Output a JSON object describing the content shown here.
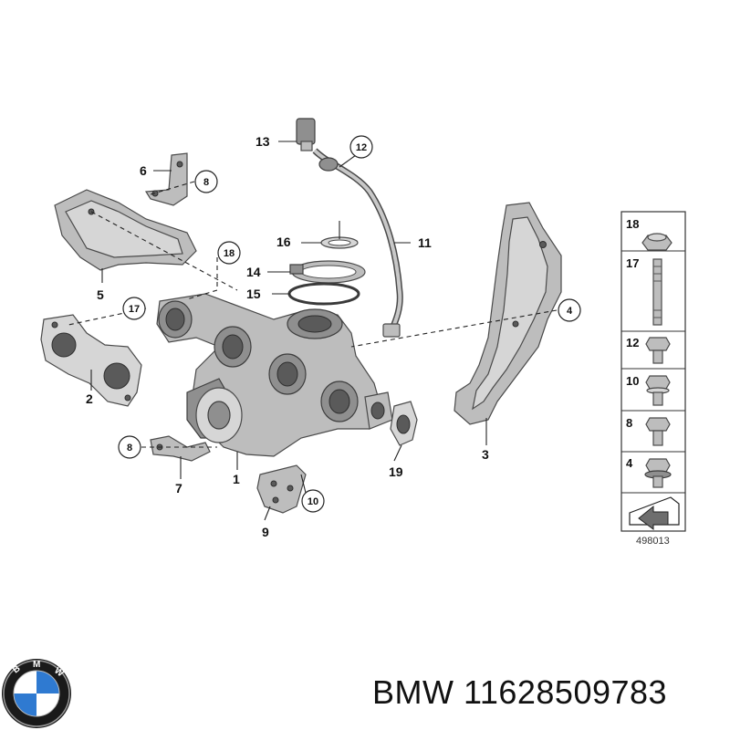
{
  "callouts": {
    "c1": "1",
    "c2": "2",
    "c3": "3",
    "c4": "4",
    "c5": "5",
    "c6": "6",
    "c7": "7",
    "c8_top": "8",
    "c8_bottom": "8",
    "c9": "9",
    "c10": "10",
    "c11": "11",
    "c12": "12",
    "c13": "13",
    "c14": "14",
    "c15": "15",
    "c16": "16",
    "c17": "17",
    "c18": "18",
    "c19": "19"
  },
  "parts_panel": {
    "items": [
      "18",
      "17",
      "12",
      "10",
      "8",
      "4"
    ]
  },
  "diagram_id": "498013",
  "brand": "BMW",
  "part_number": "11628509783",
  "colors": {
    "logo_blue": "#2f7ad1",
    "logo_ring": "#1a1a1a",
    "part_gray": "#bdbdbd"
  }
}
